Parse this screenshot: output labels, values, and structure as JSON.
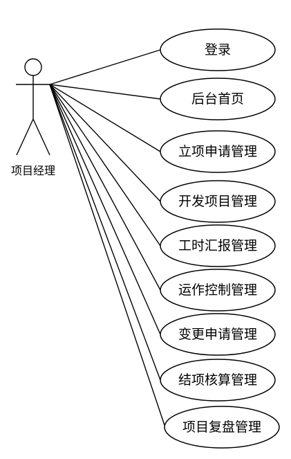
{
  "actor": {
    "name": "项目经理"
  },
  "use_cases": [
    {
      "label": "登录"
    },
    {
      "label": "后台首页"
    },
    {
      "label": "立项申请管理"
    },
    {
      "label": "开发项目管理"
    },
    {
      "label": "工时汇报管理"
    },
    {
      "label": "运作控制管理"
    },
    {
      "label": "变更申请管理"
    },
    {
      "label": "结项核算管理"
    },
    {
      "label": "项目复盘管理"
    }
  ],
  "colors": {
    "stroke": "#000000",
    "background": "#ffffff"
  }
}
